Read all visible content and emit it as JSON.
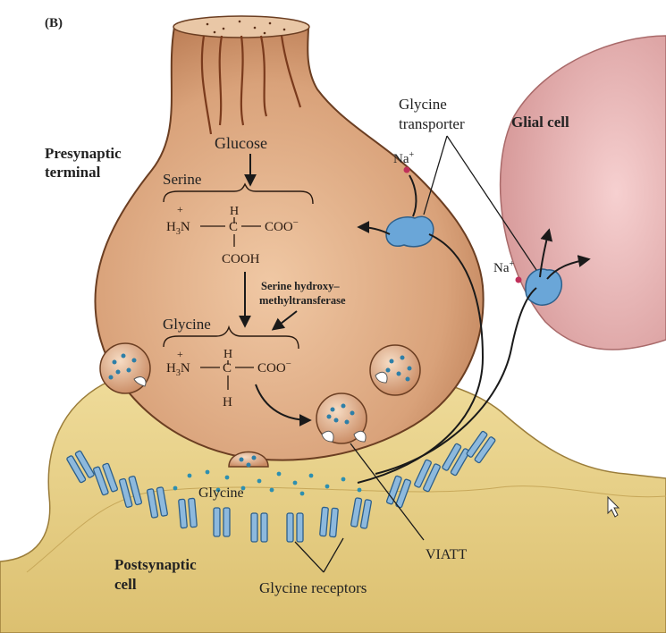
{
  "panel_label": "(B)",
  "labels": {
    "presynaptic_1": "Presynaptic",
    "presynaptic_2": "terminal",
    "glial_cell": "Glial cell",
    "glycine_transporter_1": "Glycine",
    "glycine_transporter_2": "transporter",
    "glucose": "Glucose",
    "serine": "Serine",
    "enzyme_1": "Serine hydroxy–",
    "enzyme_2": "methyltransferase",
    "glycine_mid": "Glycine",
    "glycine_cleft": "Glycine",
    "viatt": "VIATT",
    "postsynaptic_1": "Postsynaptic",
    "postsynaptic_2": "cell",
    "glycine_receptors": "Glycine receptors",
    "na_1": "Na",
    "na_2": "Na",
    "na_sup": "+"
  },
  "serine_formula": {
    "h3n": "H",
    "h3n_sub": "3",
    "n": "N",
    "plus": "+",
    "h_top": "H",
    "c": "C",
    "coo": "COO",
    "coo_minus": "−",
    "cooh": "COOH"
  },
  "glycine_formula": {
    "h3n": "H",
    "h3n_sub": "3",
    "n": "N",
    "plus": "+",
    "h_top": "H",
    "c": "C",
    "coo": "COO",
    "coo_minus": "−",
    "h_bottom": "H"
  },
  "colors": {
    "terminal_fill": "#d9a27a",
    "terminal_stroke": "#6b3e22",
    "postsynaptic_fill": "#e8cf86",
    "glial_fill": "#e8b4b4",
    "receptor": "#7fb0d8",
    "transporter": "#6aa6d8",
    "vesicle_dots": "#2d7fa8"
  }
}
